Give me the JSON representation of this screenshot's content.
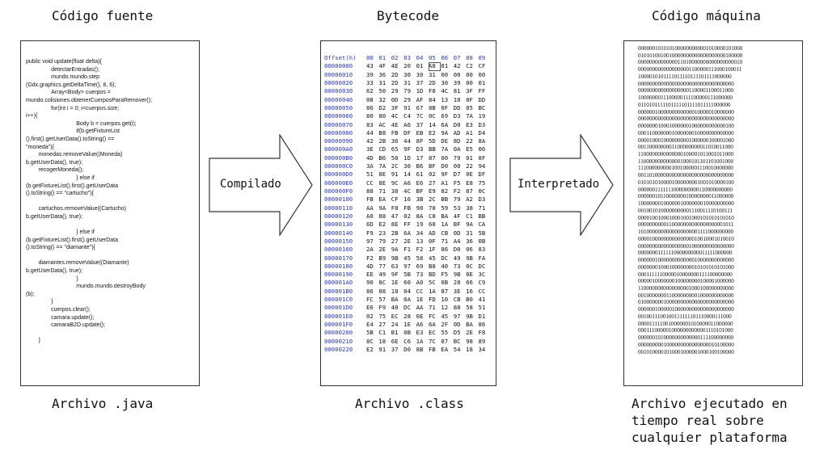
{
  "columns": {
    "java": {
      "title": "Código fuente",
      "caption": "Archivo .java",
      "code": "public void update(float delta){\n                detectarEntradas();\n                mundo.mundo.step\n(Gdx.graphics.getDeltaTime(), 8, 6);\n                Array<Body> cuerpos =\nmundo.colisiones.obtenerCuerposParaRemover();\n                for(int i = 0; i<cuerpos.size;\ni++){\n                                Body b = cuerpos.get(i);\n                                if(b.getFixtureList\n().first().getUserData().toString() ==\n\"moneda\"){\n        monedas.removeValue((Moneda)\nb.getUserData(), true);\n        recogerMoneda();\n                                } else if\n(b.getFixtureList().first().getUserData\n().toString() == \"cartucho\"){\n\n        cartuchos.removeValue((Cartucho)\nb.getUserData(), true);\n\n                                } else if\n(b.getFixtureList().first().getUserData\n().toString() == \"diamante\"){\n\n        diamantes.removeValue((Diamante)\nb.getUserData(), true);\n                                }\n                                mundo.mundo.destroyBody\n(b);\n                }\n                cuerpos.clear();\n                camara.update();\n                camaraB2D.update();\n\n        }"
    },
    "bytecode": {
      "title": "Bytecode",
      "caption": "Archivo .class",
      "header": {
        "offset_label": "Offset(h)",
        "columns": [
          "00",
          "01",
          "02",
          "03",
          "04",
          "05",
          "06",
          "07",
          "08",
          "09"
        ]
      },
      "rows": [
        {
          "offset": "00000000",
          "bytes": [
            "43",
            "4F",
            "4E",
            "20",
            "01",
            "A8",
            "01",
            "42",
            "C2",
            "CF"
          ]
        },
        {
          "offset": "00000010",
          "bytes": [
            "39",
            "36",
            "2D",
            "30",
            "30",
            "31",
            "00",
            "00",
            "00",
            "00"
          ]
        },
        {
          "offset": "00000020",
          "bytes": [
            "33",
            "31",
            "2D",
            "31",
            "37",
            "2D",
            "30",
            "39",
            "00",
            "01"
          ]
        },
        {
          "offset": "00000030",
          "bytes": [
            "62",
            "50",
            "29",
            "79",
            "1D",
            "F0",
            "4C",
            "81",
            "3F",
            "FF"
          ]
        },
        {
          "offset": "00000040",
          "bytes": [
            "08",
            "32",
            "0D",
            "29",
            "AF",
            "84",
            "13",
            "10",
            "0F",
            "DD"
          ]
        },
        {
          "offset": "00000050",
          "bytes": [
            "86",
            "D2",
            "3F",
            "91",
            "67",
            "8B",
            "0F",
            "DD",
            "05",
            "BC"
          ]
        },
        {
          "offset": "00000060",
          "bytes": [
            "80",
            "80",
            "4C",
            "C4",
            "7C",
            "0C",
            "69",
            "D3",
            "7A",
            "19"
          ]
        },
        {
          "offset": "00000070",
          "bytes": [
            "83",
            "AC",
            "4E",
            "A6",
            "37",
            "14",
            "6A",
            "D0",
            "E3",
            "D3"
          ]
        },
        {
          "offset": "00000080",
          "bytes": [
            "44",
            "B8",
            "FB",
            "DF",
            "EB",
            "E2",
            "9A",
            "AD",
            "A1",
            "D4"
          ]
        },
        {
          "offset": "00000090",
          "bytes": [
            "42",
            "2B",
            "36",
            "44",
            "8F",
            "5D",
            "DE",
            "8D",
            "22",
            "8A"
          ]
        },
        {
          "offset": "000000A0",
          "bytes": [
            "3E",
            "CD",
            "65",
            "9F",
            "D3",
            "BB",
            "7A",
            "0A",
            "E5",
            "06"
          ]
        },
        {
          "offset": "000000B0",
          "bytes": [
            "4D",
            "B6",
            "50",
            "1D",
            "17",
            "87",
            "00",
            "79",
            "01",
            "8F"
          ]
        },
        {
          "offset": "000000C0",
          "bytes": [
            "3A",
            "7A",
            "2C",
            "30",
            "B6",
            "BF",
            "D0",
            "00",
            "22",
            "94"
          ]
        },
        {
          "offset": "000000D0",
          "bytes": [
            "51",
            "8E",
            "91",
            "14",
            "61",
            "02",
            "9F",
            "D7",
            "0E",
            "DF"
          ]
        },
        {
          "offset": "000000E0",
          "bytes": [
            "CC",
            "8E",
            "9C",
            "A6",
            "E6",
            "27",
            "A1",
            "F5",
            "E8",
            "75"
          ]
        },
        {
          "offset": "000000F0",
          "bytes": [
            "88",
            "71",
            "38",
            "4C",
            "BF",
            "E9",
            "82",
            "F2",
            "87",
            "0C"
          ]
        },
        {
          "offset": "00000100",
          "bytes": [
            "FB",
            "EA",
            "CF",
            "16",
            "3B",
            "2C",
            "BB",
            "79",
            "A2",
            "D3"
          ]
        },
        {
          "offset": "00000110",
          "bytes": [
            "AA",
            "9A",
            "F8",
            "FB",
            "90",
            "70",
            "59",
            "53",
            "38",
            "71"
          ]
        },
        {
          "offset": "00000120",
          "bytes": [
            "A0",
            "88",
            "47",
            "02",
            "8A",
            "C8",
            "BA",
            "4F",
            "C1",
            "BB"
          ]
        },
        {
          "offset": "00000130",
          "bytes": [
            "6D",
            "E2",
            "8E",
            "FF",
            "19",
            "60",
            "1A",
            "BF",
            "9A",
            "CA"
          ]
        },
        {
          "offset": "00000140",
          "bytes": [
            "F9",
            "23",
            "2B",
            "6A",
            "34",
            "AD",
            "CB",
            "0D",
            "31",
            "5B"
          ]
        },
        {
          "offset": "00000150",
          "bytes": [
            "97",
            "79",
            "27",
            "2E",
            "13",
            "0F",
            "71",
            "A4",
            "36",
            "0B"
          ]
        },
        {
          "offset": "00000160",
          "bytes": [
            "2A",
            "2E",
            "9A",
            "F1",
            "F2",
            "1F",
            "86",
            "D0",
            "06",
            "83"
          ]
        },
        {
          "offset": "00000170",
          "bytes": [
            "F2",
            "B9",
            "9B",
            "45",
            "58",
            "45",
            "DC",
            "49",
            "9B",
            "FA"
          ]
        },
        {
          "offset": "00000180",
          "bytes": [
            "4D",
            "77",
            "63",
            "97",
            "69",
            "B8",
            "40",
            "73",
            "0C",
            "DC"
          ]
        },
        {
          "offset": "00000190",
          "bytes": [
            "EE",
            "49",
            "9F",
            "5B",
            "73",
            "BD",
            "F5",
            "9B",
            "0E",
            "3C"
          ]
        },
        {
          "offset": "000001A0",
          "bytes": [
            "90",
            "8C",
            "1E",
            "60",
            "A0",
            "5C",
            "6B",
            "28",
            "66",
            "C9"
          ]
        },
        {
          "offset": "000001B0",
          "bytes": [
            "86",
            "08",
            "18",
            "04",
            "CC",
            "1A",
            "87",
            "3E",
            "16",
            "CC"
          ]
        },
        {
          "offset": "000001C0",
          "bytes": [
            "FC",
            "57",
            "BA",
            "0A",
            "1E",
            "FD",
            "10",
            "CB",
            "B0",
            "41"
          ]
        },
        {
          "offset": "000001D0",
          "bytes": [
            "E6",
            "F9",
            "40",
            "DC",
            "AA",
            "71",
            "12",
            "88",
            "58",
            "51"
          ]
        },
        {
          "offset": "000001E0",
          "bytes": [
            "02",
            "75",
            "EC",
            "28",
            "0E",
            "FC",
            "45",
            "97",
            "9B",
            "D1"
          ]
        },
        {
          "offset": "000001F0",
          "bytes": [
            "E4",
            "27",
            "24",
            "1E",
            "A6",
            "6A",
            "2F",
            "0D",
            "BA",
            "86"
          ]
        },
        {
          "offset": "00000200",
          "bytes": [
            "5B",
            "C1",
            "B1",
            "0B",
            "E3",
            "EC",
            "55",
            "D5",
            "2E",
            "F8"
          ]
        },
        {
          "offset": "00000210",
          "bytes": [
            "8C",
            "18",
            "6E",
            "C6",
            "1A",
            "7C",
            "07",
            "BC",
            "98",
            "89"
          ]
        },
        {
          "offset": "00000220",
          "bytes": [
            "E2",
            "91",
            "37",
            "D0",
            "8B",
            "FB",
            "EA",
            "54",
            "18",
            "34"
          ]
        }
      ]
    },
    "machine": {
      "title": "Código máquina",
      "caption_lines": [
        "Archivo ejecutado en",
        "tiempo real sobre",
        "cualquier plataforma"
      ],
      "bits": "0000001010101000000000001010000101000\n0101010010010000000000000000000100000\n0000000000000011010000000000000000010\n0000000000000000001100000111000100011\n1000010101111011110111101111000000\n0000000000000000000000000000000000\n0000000000000000001100001100011000\n1000000011100000111100000111000000\n0110101111101111101111011111000000\n0000001000000000000010000010000000\n0000000000000000000000000000000000\n0000000100010000001000000000000100\n0001100000001000000010000000000000\n0000100010000000001000000100001000\n0011000000001100000000011010011000\n1100000000000000100001011001011000\n1100000000000001000101101101001000\n1110000000001001000001110010000000\n0011010000000000000000000000000000\n0101010100001000000001001010000100\n0000001111111000000000110000000000\n0000001011000000010000000011000000\n1000000010000001000000010000000000\n0010010100000000001110011110100111\n0000100100010001001000101010101010\n0000000000110000000000000000001011\n1010000000000000000001111000000000\n0000100000000000000010010001010010\n0000000000000000001000000000000000\n0000000111111000000000011111000000\n0000001000000000000010000000000000\n0000000100010000000010101010101000\n0001111110000010000000111100000000\n0000010000000100000000100001000000\n1100000000000000001000100000000000\n0010000000110000000001000000000000\n0100000001000000000000000000000000\n0000001000001000000000000000000000\n0010011100100111111101110000111000\n0000111110010000001010000011000000\n0001110000010000000000001110101000\n0000001010000000000000111100000000\n0000000001000000000000000010100000\n0010100001010001000001000100100000"
    }
  },
  "arrows": {
    "compile": "Compilado",
    "interpret": "Interpretado"
  }
}
